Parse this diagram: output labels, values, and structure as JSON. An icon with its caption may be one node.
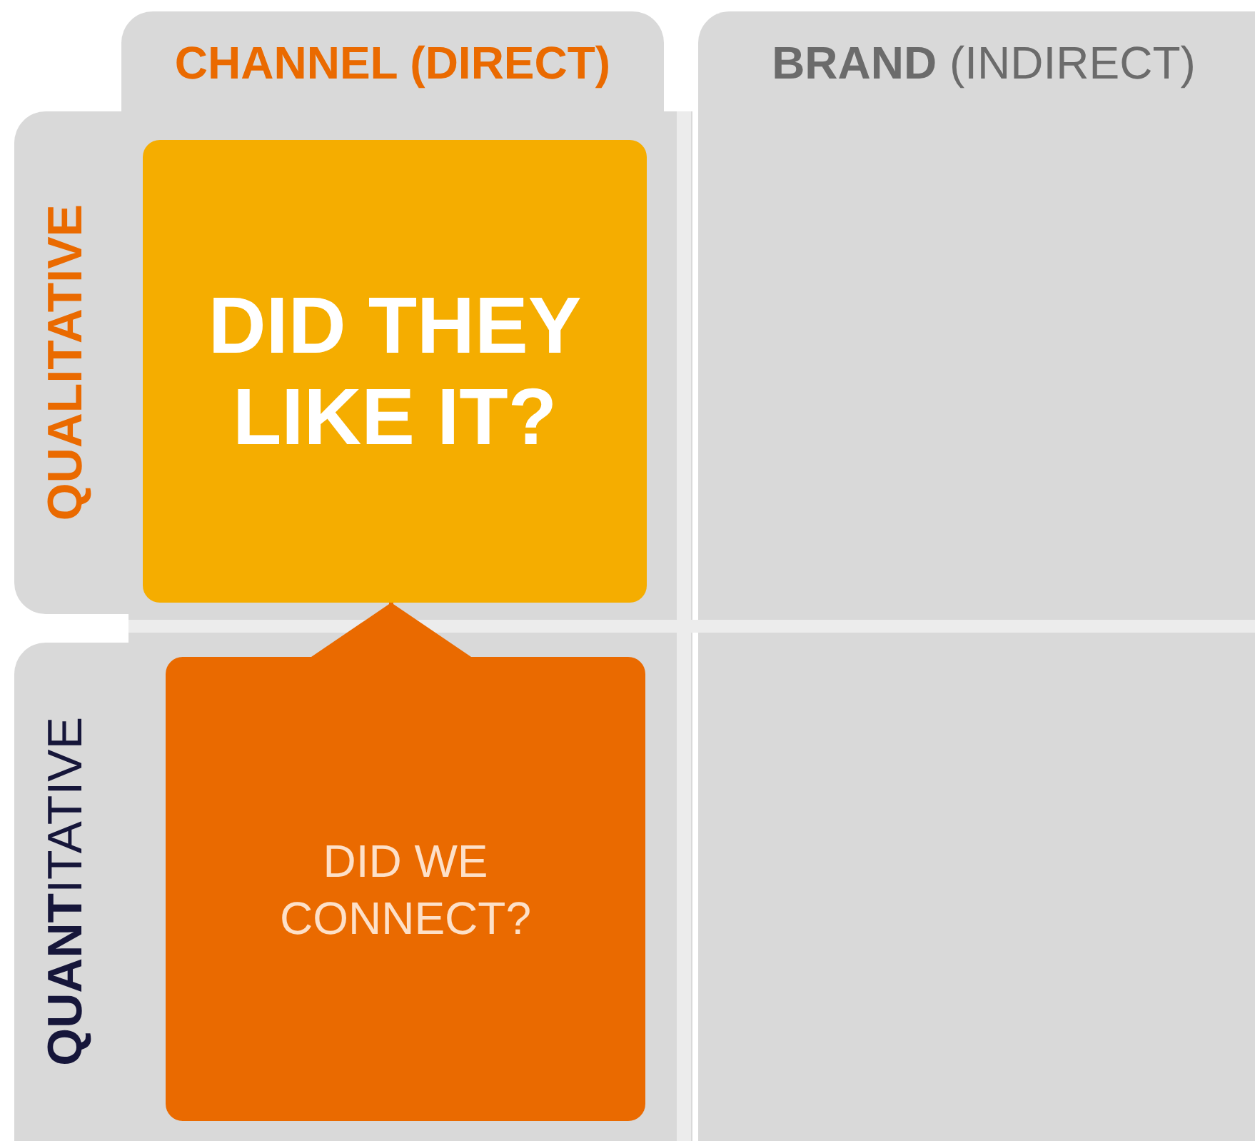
{
  "diagram": {
    "nodes": [
      {
        "text": [
          "CHANNEL (DIRECT)"
        ]
      },
      {
        "text": [
          "**BRAND** (INDIRECT)"
        ]
      },
      {
        "text": [
          "QUALITATIVE"
        ]
      },
      {
        "text": [
          "**QUANT**ITATIVE"
        ]
      },
      {
        "text": [
          "DID THEY LIKE IT?"
        ]
      },
      {
        "text": [
          "DID WE CONNECT?"
        ]
      }
    ],
    "edges": [
      {
        "from": 5,
        "to": 4,
        "arrow": "to"
      }
    ]
  }
}
